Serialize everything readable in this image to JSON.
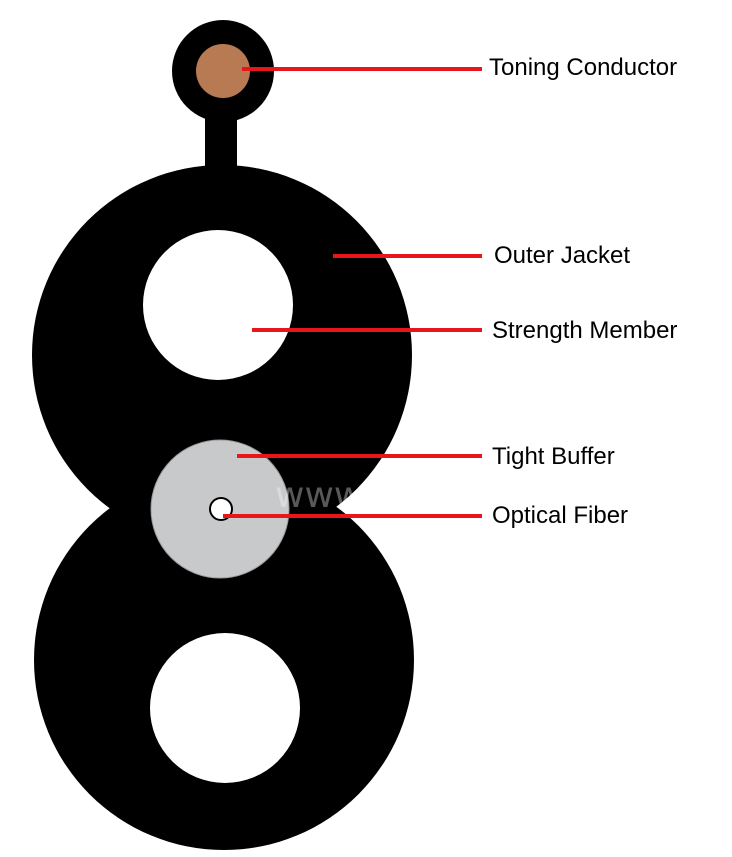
{
  "colors": {
    "jacket": "#000000",
    "conductor": "#b87a52",
    "buffer": "#c8c9cb",
    "leader": "#e8151b",
    "background": "#ffffff"
  },
  "labels": {
    "toning_conductor": "Toning Conductor",
    "outer_jacket": "Outer Jacket",
    "strength_member": "Strength Member",
    "tight_buffer": "Tight Buffer",
    "optical_fiber": "Optical Fiber"
  },
  "watermark": "www.veivot.com"
}
